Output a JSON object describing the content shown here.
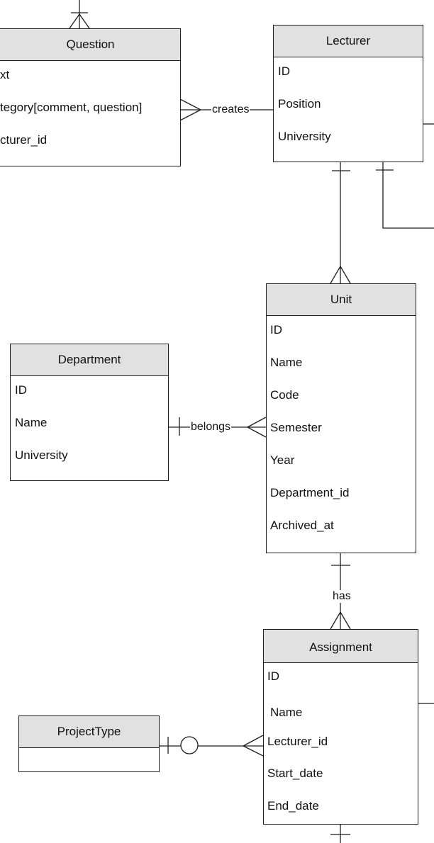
{
  "entities": {
    "question": {
      "title": "Question",
      "attributes": [
        "xt",
        "tegory[comment, question]",
        "cturer_id"
      ]
    },
    "lecturer": {
      "title": "Lecturer",
      "attributes": [
        "ID",
        "Position",
        "University"
      ]
    },
    "unit": {
      "title": "Unit",
      "attributes": [
        "ID",
        "Name",
        "Code",
        "Semester",
        "Year",
        "Department_id",
        "Archived_at"
      ]
    },
    "department": {
      "title": "Department",
      "attributes": [
        "ID",
        "Name",
        "University"
      ]
    },
    "assignment": {
      "title": "Assignment",
      "attributes": [
        "ID",
        "Name",
        "Lecturer_id",
        "Start_date",
        "End_date"
      ]
    },
    "projecttype": {
      "title": "ProjectType",
      "attributes": []
    }
  },
  "relationships": {
    "creates": "creates",
    "belongs": "belongs",
    "has": "has"
  }
}
